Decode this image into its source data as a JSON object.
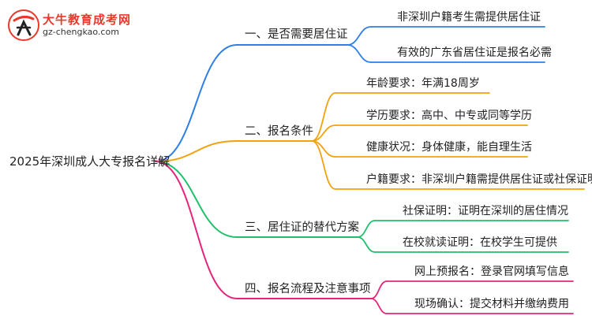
{
  "logo": {
    "title": "大牛教育成考网",
    "url": "gz-chengkao.com",
    "mark_color": "#e8392b"
  },
  "root": {
    "label": "2025年深圳成人大专报名详解"
  },
  "branches": [
    {
      "label": "一、是否需要居住证",
      "color": "#2f7fe6",
      "children": [
        "非深圳户籍考生需提供居住证",
        "有效的广东省居住证是报名必需"
      ]
    },
    {
      "label": "二、报名条件",
      "color": "#f2a20c",
      "children": [
        "年龄要求：年满18周岁",
        "学历要求：高中、中专或同等学历",
        "健康状况：身体健康，能自理生活",
        "户籍要求：非深圳户籍需提供居住证或社保证明"
      ]
    },
    {
      "label": "三、居住证的替代方案",
      "color": "#1fbf6b",
      "children": [
        "社保证明：证明在深圳的居住情况",
        "在校就读证明：在校学生可提供"
      ]
    },
    {
      "label": "四、报名流程及注意事项",
      "color": "#e8247a",
      "children": [
        "网上预报名：登录官网填写信息",
        "现场确认：提交材料并缴纳费用"
      ]
    }
  ]
}
